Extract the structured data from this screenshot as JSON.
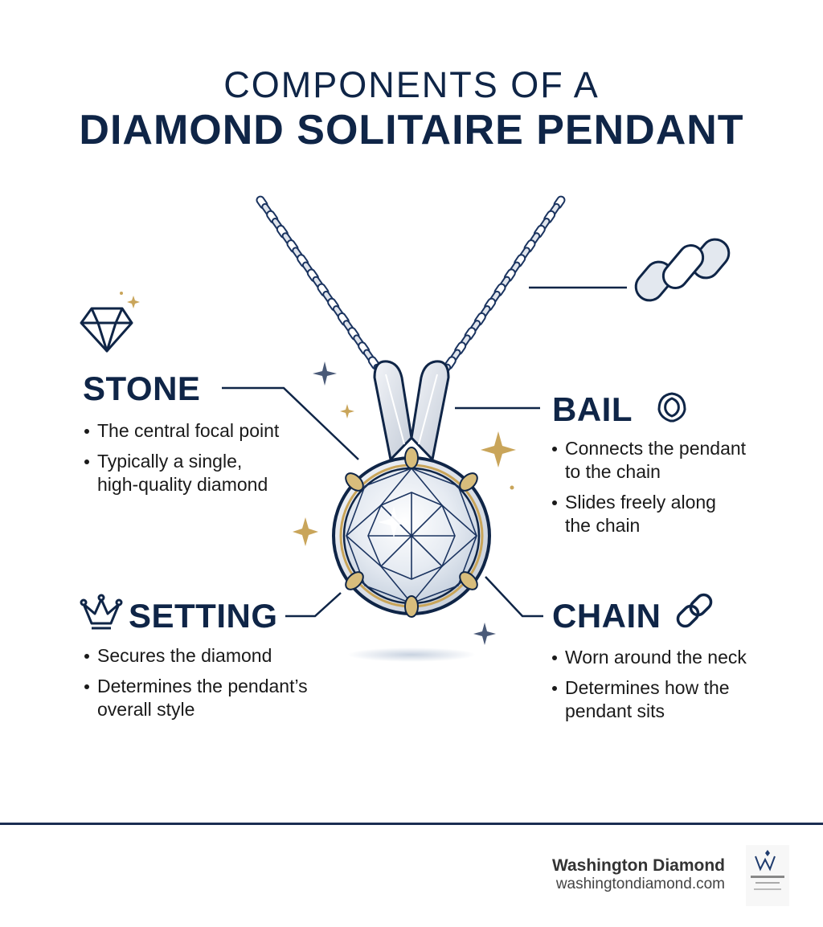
{
  "title": {
    "line1": "COMPONENTS OF A",
    "line2": "DIAMOND SOLITAIRE PENDANT"
  },
  "sections": {
    "stone": {
      "heading": "STONE",
      "icon": "diamond-icon",
      "bullets": [
        "The central focal point",
        "Typically a single,\nhigh-quality diamond"
      ]
    },
    "bail": {
      "heading": "BAIL",
      "icon": "bail-icon",
      "bullets": [
        "Connects the pendant\nto the chain",
        "Slides freely along\nthe chain"
      ]
    },
    "setting": {
      "heading": "SETTING",
      "icon": "crown-icon",
      "bullets": [
        "Secures the diamond",
        "Determines the pendant’s\noverall style"
      ]
    },
    "chain": {
      "heading": "CHAIN",
      "icon": "chain-link-icon",
      "bullets": [
        "Worn around the neck",
        "Determines how the\npendant sits"
      ]
    }
  },
  "footer": {
    "brand": "Washington Diamond",
    "url": "washingtondiamond.com"
  },
  "colors": {
    "navy": "#0f2547",
    "gold": "#c9a55a",
    "silver": "#d7dde6"
  }
}
